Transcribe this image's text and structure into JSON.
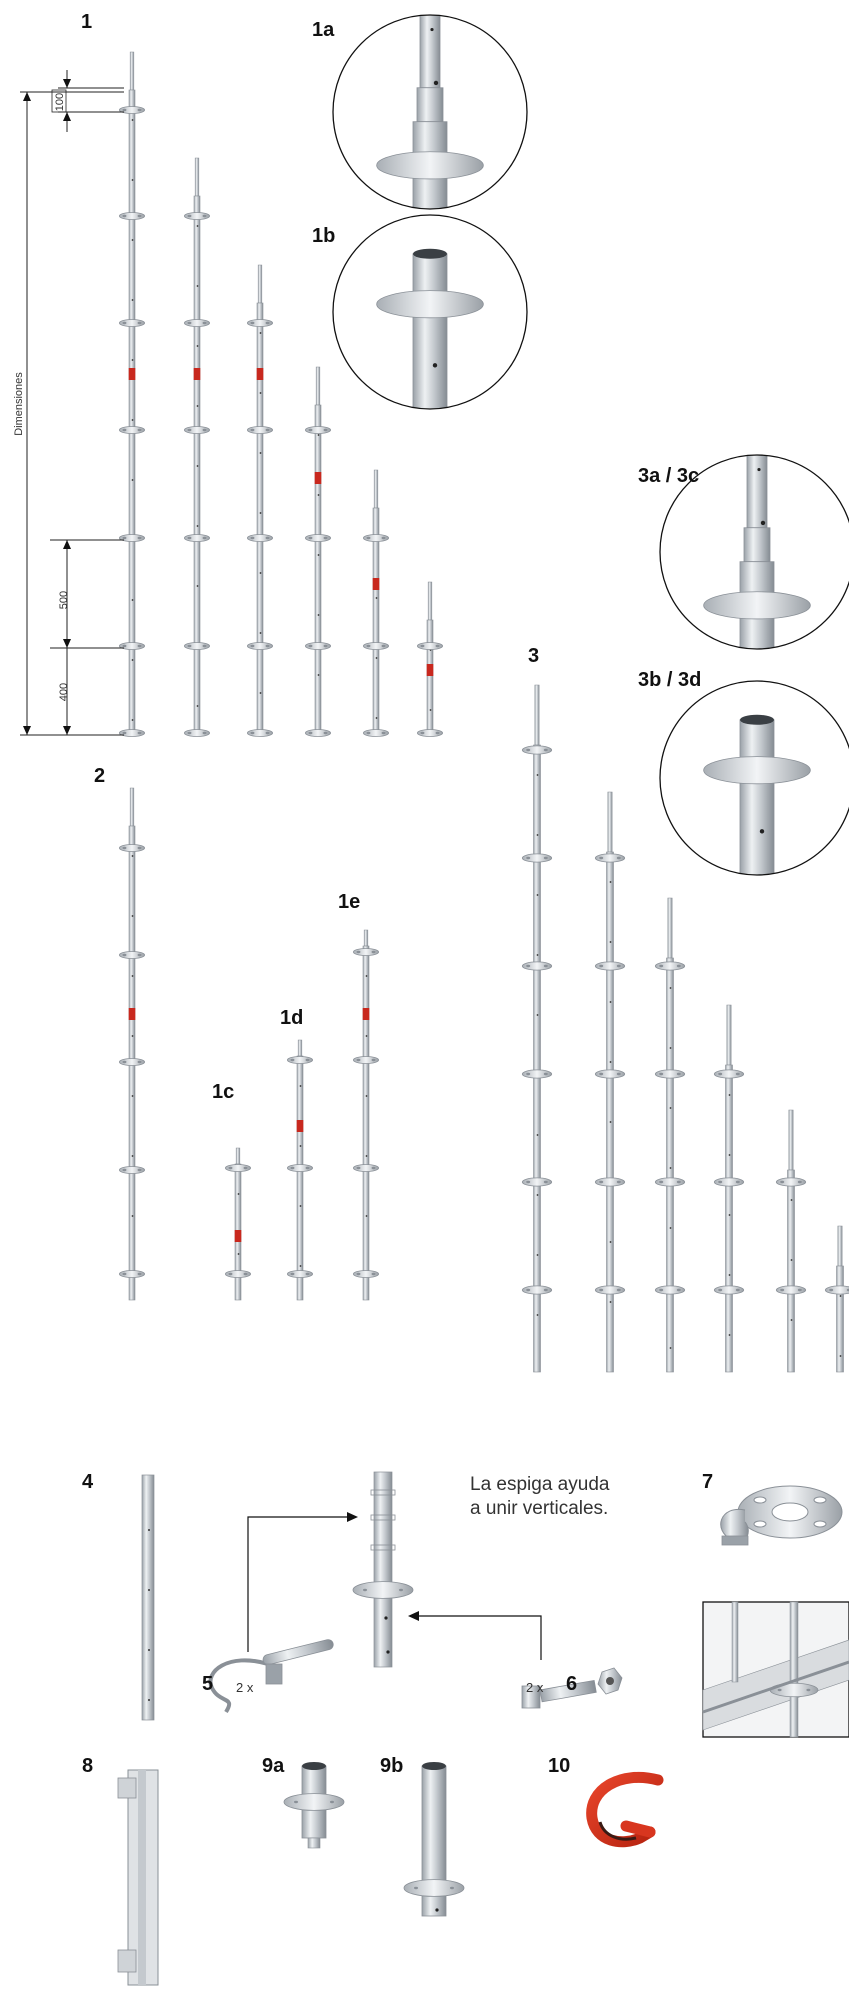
{
  "labels": {
    "fig1": "1",
    "fig1a": "1a",
    "fig1b": "1b",
    "fig1c": "1c",
    "fig1d": "1d",
    "fig1e": "1e",
    "fig2": "2",
    "fig3": "3",
    "fig3a3c": "3a / 3c",
    "fig3b3d": "3b / 3d",
    "fig4": "4",
    "fig5": "5",
    "fig6": "6",
    "fig7": "7",
    "fig8": "8",
    "fig9a": "9a",
    "fig9b": "9b",
    "fig10": "10"
  },
  "dimensions": {
    "title": "Dimensiones",
    "d100": "100",
    "d500": "500",
    "d400": "400"
  },
  "note": "La espiga ayuda a unir verticales.",
  "quantities": {
    "q5": "2 x",
    "q6": "2 x"
  },
  "colors": {
    "steel_light": "#e6e9ec",
    "steel_mid": "#b9bfc5",
    "steel_dark": "#8a9097",
    "red_band": "#c8281e",
    "red_hook": "#d8361f",
    "outline": "#111111"
  }
}
